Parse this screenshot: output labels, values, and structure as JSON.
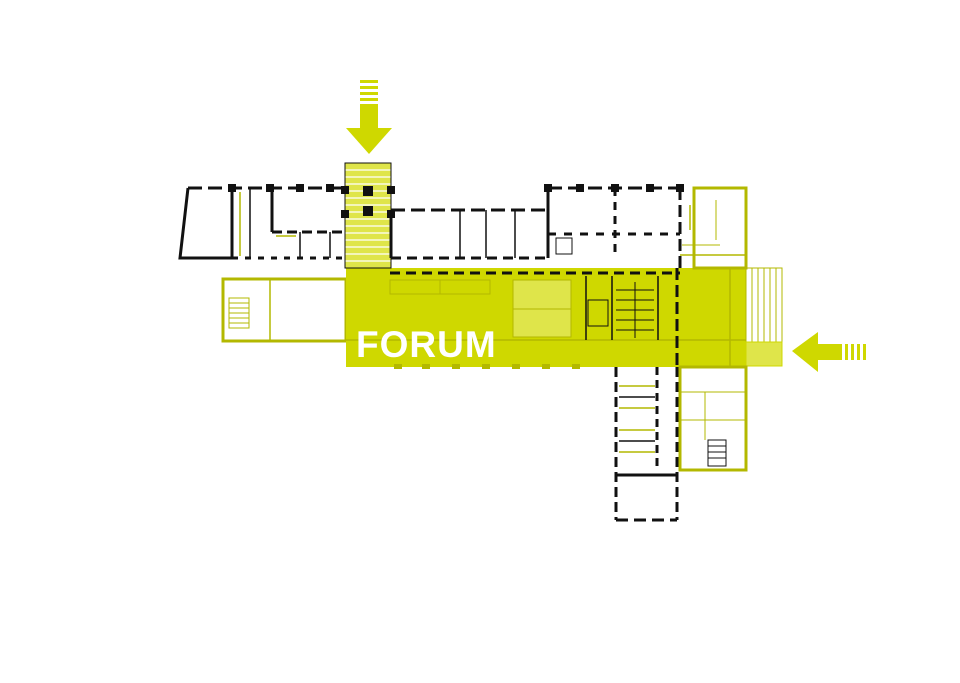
{
  "plan": {
    "label": "FORUM",
    "colors": {
      "highlight": "#cfd800",
      "highlight_light": "#dfe54a",
      "outline": "#b3b800",
      "wall": "#111111",
      "background": "#ffffff"
    },
    "entrances": [
      {
        "name": "north-entrance",
        "direction": "down"
      },
      {
        "name": "east-entrance",
        "direction": "left"
      }
    ]
  }
}
